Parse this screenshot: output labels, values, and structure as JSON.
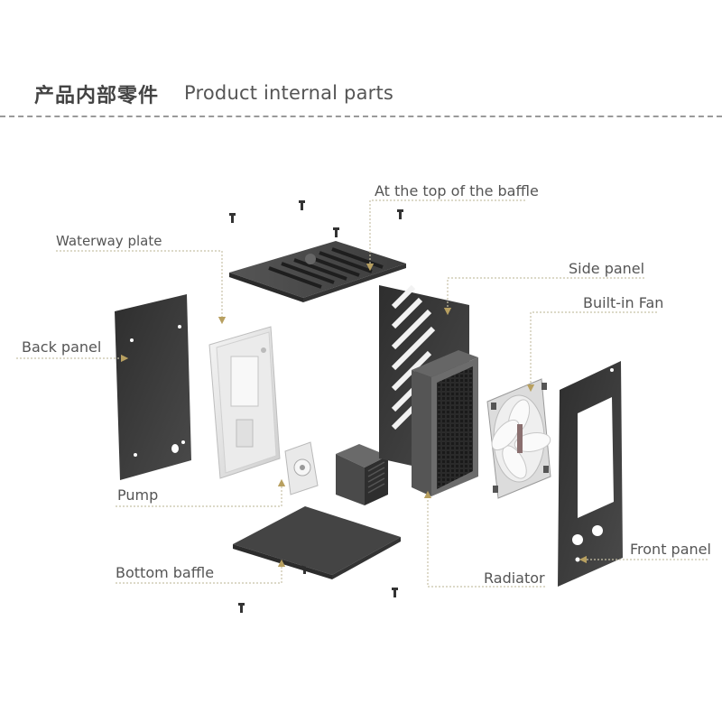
{
  "header": {
    "title_cn": "产品内部零件",
    "title_en": "Product internal parts"
  },
  "labels": {
    "top_baffle": "At the top of the baffle",
    "waterway_plate": "Waterway plate",
    "side_panel": "Side panel",
    "built_in_fan": "Built-in Fan",
    "back_panel": "Back panel",
    "pump": "Pump",
    "bottom_baffle": "Bottom baffle",
    "radiator": "Radiator",
    "front_panel": "Front panel"
  },
  "colors": {
    "leader_line": "#c8c2a8",
    "arrow": "#b8a060",
    "panel_dark": "#3a3a3a",
    "text": "#555555"
  }
}
